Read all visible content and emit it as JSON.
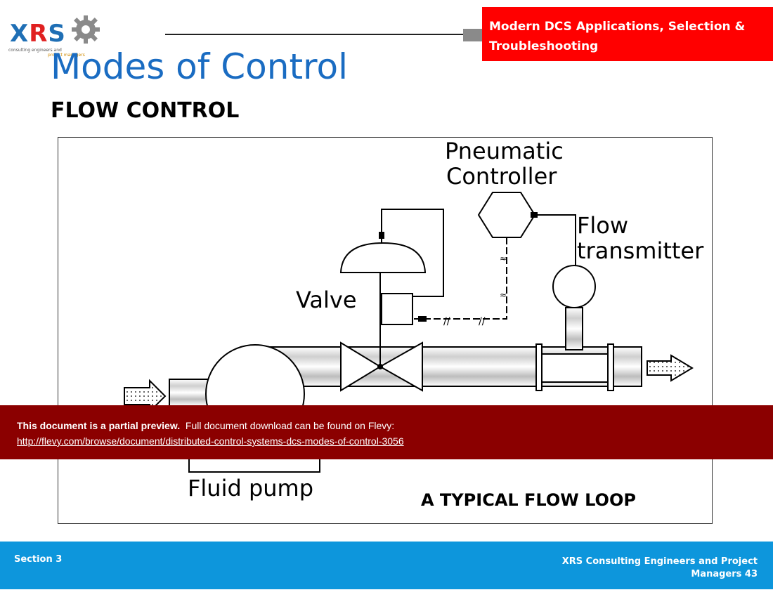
{
  "logo": {
    "text_x": "X",
    "text_r": "R",
    "text_s": "S",
    "tagline_1": "consulting engineers and",
    "tagline_2": "project managers"
  },
  "header": {
    "banner": "Modern DCS Applications, Selection & Troubleshooting"
  },
  "slide": {
    "title": "Modes of Control",
    "subtitle": "FLOW CONTROL"
  },
  "diagram": {
    "labels": {
      "controller": [
        "Pneumatic",
        "Controller"
      ],
      "transmitter": [
        "Flow",
        "transmitter"
      ],
      "valve": "Valve",
      "pump": "Fluid pump",
      "caption": "A TYPICAL FLOW LOOP"
    }
  },
  "preview": {
    "lead": "This document is a partial preview.",
    "text": "Full document download can be found on Flevy:",
    "link": "http://flevy.com/browse/document/distributed-control-systems-dcs-modes-of-control-3056"
  },
  "footer": {
    "section": "Section 3",
    "company_line1": "XRS Consulting Engineers and Project",
    "company_line2": "Managers  43"
  },
  "colors": {
    "title": "#1a6cc2",
    "banner": "#ff0000",
    "preview": "#8b0000",
    "footer": "#0d96dc"
  }
}
